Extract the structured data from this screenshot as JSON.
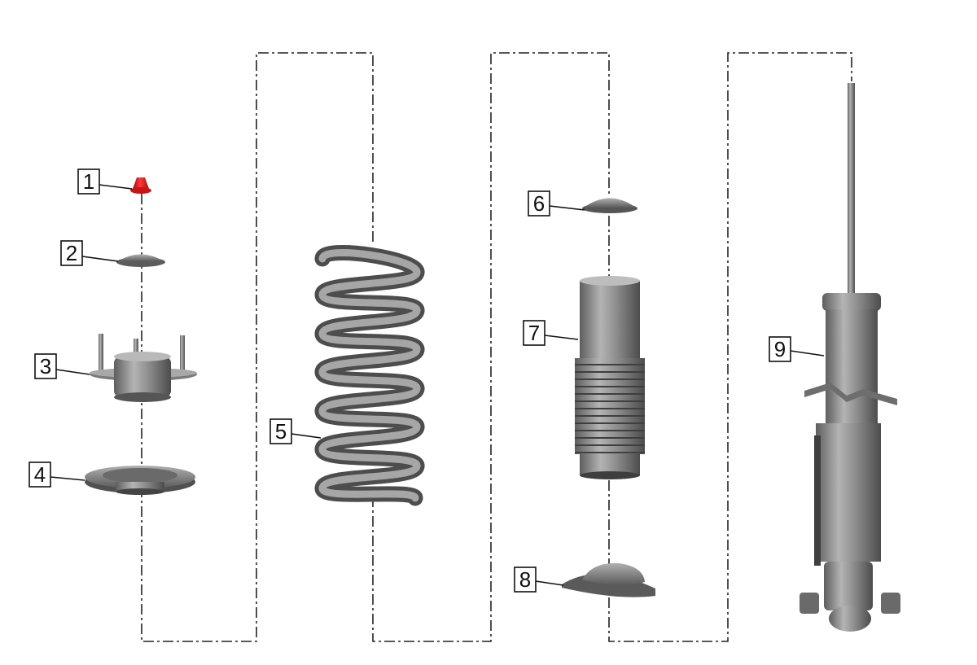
{
  "callouts": [
    {
      "id": "1",
      "label": "1"
    },
    {
      "id": "2",
      "label": "2"
    },
    {
      "id": "3",
      "label": "3"
    },
    {
      "id": "4",
      "label": "4"
    },
    {
      "id": "5",
      "label": "5"
    },
    {
      "id": "6",
      "label": "6"
    },
    {
      "id": "7",
      "label": "7"
    },
    {
      "id": "8",
      "label": "8"
    },
    {
      "id": "9",
      "label": "9"
    }
  ],
  "colors": {
    "highlight_part": "#e01818",
    "part_gray": "#8a8a8a",
    "part_dark": "#4a4a4a",
    "line": "#222222"
  }
}
